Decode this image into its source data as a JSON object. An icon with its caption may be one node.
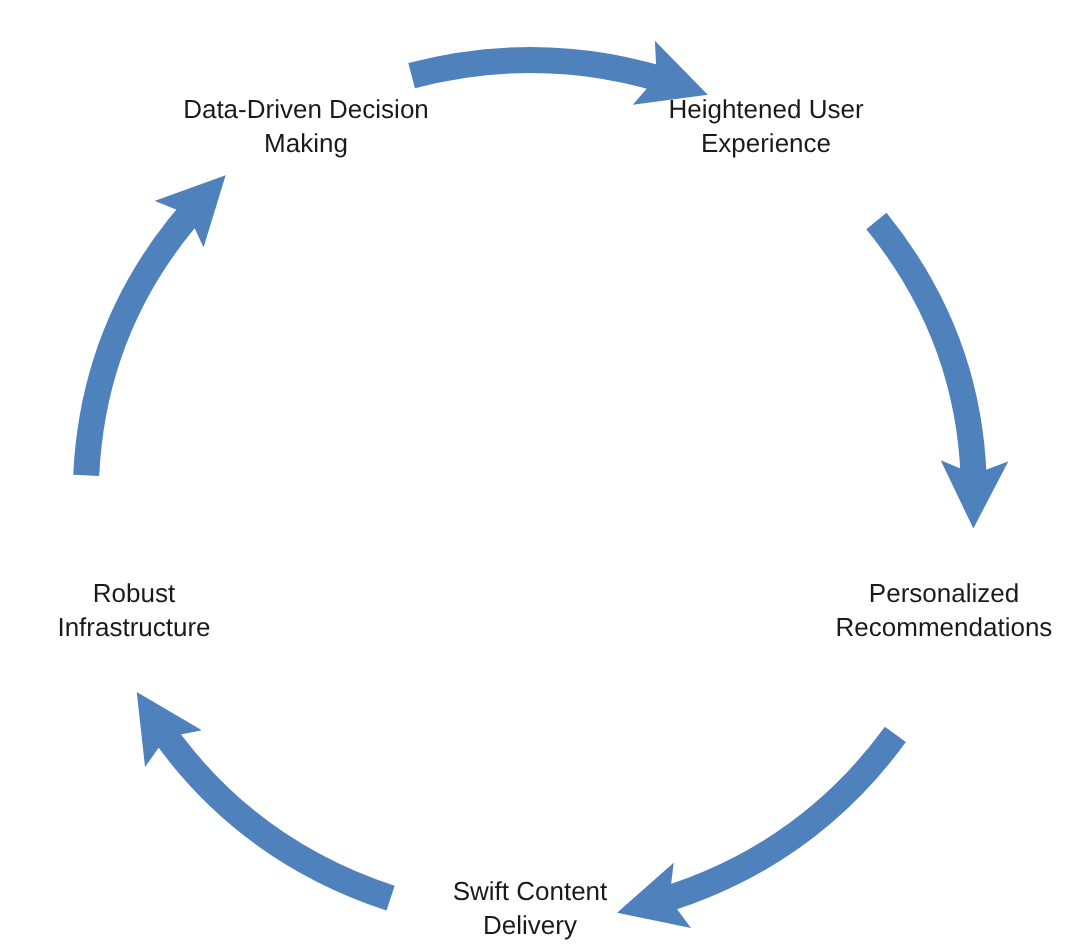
{
  "diagram": {
    "nodes": [
      {
        "text": [
          "Data-Driven Decision Making"
        ]
      },
      {
        "text": [
          "Heightened User Experience"
        ]
      },
      {
        "text": [
          "Personalized Recommendations"
        ]
      },
      {
        "text": [
          "Swift Content Delivery"
        ]
      },
      {
        "text": [
          "Robust Infrastructure"
        ]
      }
    ],
    "edges": [
      {
        "from": 0,
        "to": 1,
        "arrow": "to"
      },
      {
        "from": 1,
        "to": 2,
        "arrow": "to"
      },
      {
        "from": 2,
        "to": 3,
        "arrow": "to"
      },
      {
        "from": 3,
        "to": 4,
        "arrow": "to"
      },
      {
        "from": 4,
        "to": 0,
        "arrow": "to"
      }
    ]
  }
}
